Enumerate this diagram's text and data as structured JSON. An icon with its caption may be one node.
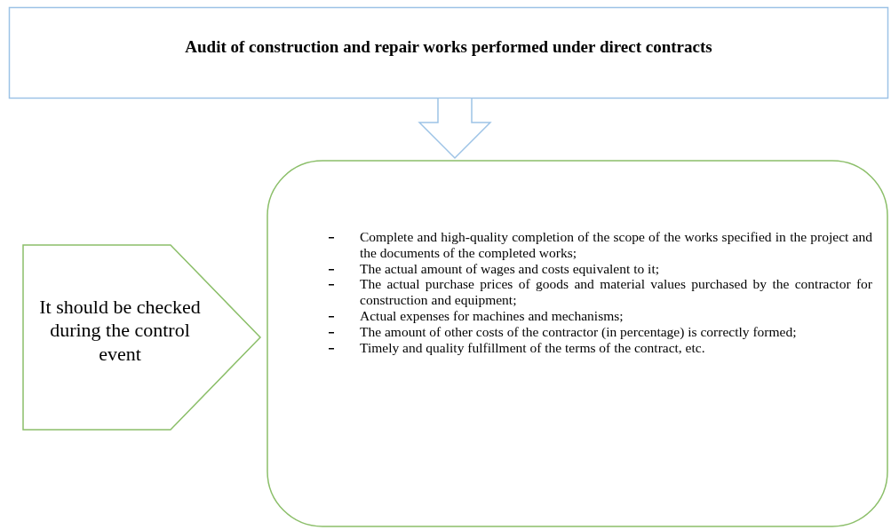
{
  "diagram": {
    "nodes": [
      {
        "text": [
          "Audit of construction and repair works performed under direct contracts"
        ]
      },
      {
        "text": [
          "It should be checked during the control event"
        ]
      },
      {
        "text": [
          "Complete and high-quality completion of the scope of the works specified in the project and the documents of the completed works;",
          "The actual amount of wages and costs equivalent to it;",
          "The actual purchase prices of goods and material values purchased by the contractor for construction and equipment;",
          "Actual expenses for machines and mechanisms;",
          "The amount of other costs of the contractor (in percentage) is correctly formed;",
          "Timely and quality fulfillment of the terms of the contract, etc."
        ]
      }
    ],
    "edges": [
      {
        "from": 0,
        "to": 2,
        "arrow": "to",
        "style": "thick"
      }
    ]
  }
}
